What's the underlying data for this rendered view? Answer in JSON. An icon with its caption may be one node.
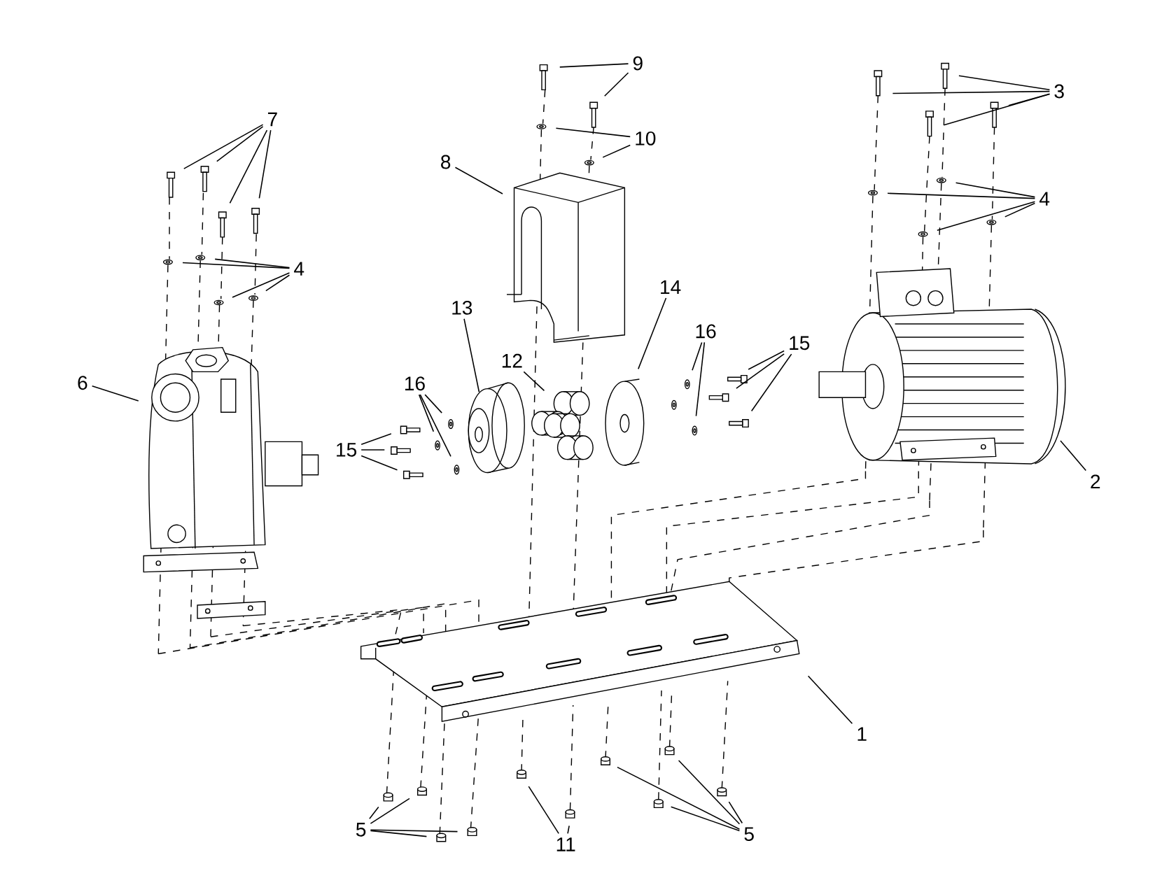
{
  "diagram": {
    "nodes": [
      {
        "text": [
          "9"
        ]
      },
      {
        "text": [
          "3"
        ]
      },
      {
        "text": [
          "10"
        ]
      },
      {
        "text": [
          "7"
        ]
      },
      {
        "text": [
          "8"
        ]
      },
      {
        "text": [
          "4"
        ]
      },
      {
        "text": [
          "4"
        ]
      },
      {
        "text": [
          "14"
        ]
      },
      {
        "text": [
          "13"
        ]
      },
      {
        "text": [
          "16"
        ]
      },
      {
        "text": [
          "15"
        ]
      },
      {
        "text": [
          "12"
        ]
      },
      {
        "text": [
          "6"
        ]
      },
      {
        "text": [
          "16"
        ]
      },
      {
        "text": [
          "15"
        ]
      },
      {
        "text": [
          "2"
        ]
      },
      {
        "text": [
          "1"
        ]
      },
      {
        "text": [
          "5"
        ]
      },
      {
        "text": [
          "5"
        ]
      },
      {
        "text": [
          "11"
        ]
      }
    ],
    "edges": [
      {
        "from": 0,
        "to": null,
        "arrow": "none"
      },
      {
        "from": 0,
        "to": null,
        "arrow": "none"
      },
      {
        "from": 1,
        "to": null,
        "arrow": "none"
      },
      {
        "from": 1,
        "to": null,
        "arrow": "none"
      },
      {
        "from": 1,
        "to": null,
        "arrow": "none"
      },
      {
        "from": 1,
        "to": null,
        "arrow": "none"
      },
      {
        "from": 2,
        "to": null,
        "arrow": "none"
      },
      {
        "from": 2,
        "to": null,
        "arrow": "none"
      },
      {
        "from": 3,
        "to": null,
        "arrow": "none"
      },
      {
        "from": 3,
        "to": null,
        "arrow": "none"
      },
      {
        "from": 3,
        "to": null,
        "arrow": "none"
      },
      {
        "from": 3,
        "to": null,
        "arrow": "none"
      },
      {
        "from": 4,
        "to": null,
        "arrow": "none"
      },
      {
        "from": 5,
        "to": null,
        "arrow": "none"
      },
      {
        "from": 5,
        "to": null,
        "arrow": "none"
      },
      {
        "from": 5,
        "to": null,
        "arrow": "none"
      },
      {
        "from": 5,
        "to": null,
        "arrow": "none"
      },
      {
        "from": 6,
        "to": null,
        "arrow": "none"
      },
      {
        "from": 6,
        "to": null,
        "arrow": "none"
      },
      {
        "from": 6,
        "to": null,
        "arrow": "none"
      },
      {
        "from": 6,
        "to": null,
        "arrow": "none"
      },
      {
        "from": 7,
        "to": null,
        "arrow": "none"
      },
      {
        "from": 8,
        "to": null,
        "arrow": "none"
      },
      {
        "from": 9,
        "to": null,
        "arrow": "none"
      },
      {
        "from": 9,
        "to": null,
        "arrow": "none"
      },
      {
        "from": 10,
        "to": null,
        "arrow": "none"
      },
      {
        "from": 10,
        "to": null,
        "arrow": "none"
      },
      {
        "from": 10,
        "to": null,
        "arrow": "none"
      },
      {
        "from": 11,
        "to": null,
        "arrow": "none"
      },
      {
        "from": 12,
        "to": null,
        "arrow": "none"
      },
      {
        "from": 13,
        "to": null,
        "arrow": "none"
      },
      {
        "from": 13,
        "to": null,
        "arrow": "none"
      },
      {
        "from": 13,
        "to": null,
        "arrow": "none"
      },
      {
        "from": 14,
        "to": null,
        "arrow": "none"
      },
      {
        "from": 14,
        "to": null,
        "arrow": "none"
      },
      {
        "from": 14,
        "to": null,
        "arrow": "none"
      },
      {
        "from": 15,
        "to": null,
        "arrow": "none"
      },
      {
        "from": 16,
        "to": null,
        "arrow": "none"
      },
      {
        "from": 17,
        "to": null,
        "arrow": "none"
      },
      {
        "from": 17,
        "to": null,
        "arrow": "none"
      },
      {
        "from": 17,
        "to": null,
        "arrow": "none"
      },
      {
        "from": 17,
        "to": null,
        "arrow": "none"
      },
      {
        "from": 18,
        "to": null,
        "arrow": "none"
      },
      {
        "from": 18,
        "to": null,
        "arrow": "none"
      },
      {
        "from": 18,
        "to": null,
        "arrow": "none"
      },
      {
        "from": 18,
        "to": null,
        "arrow": "none"
      },
      {
        "from": 19,
        "to": null,
        "arrow": "none"
      },
      {
        "from": 19,
        "to": null,
        "arrow": "none"
      }
    ]
  }
}
